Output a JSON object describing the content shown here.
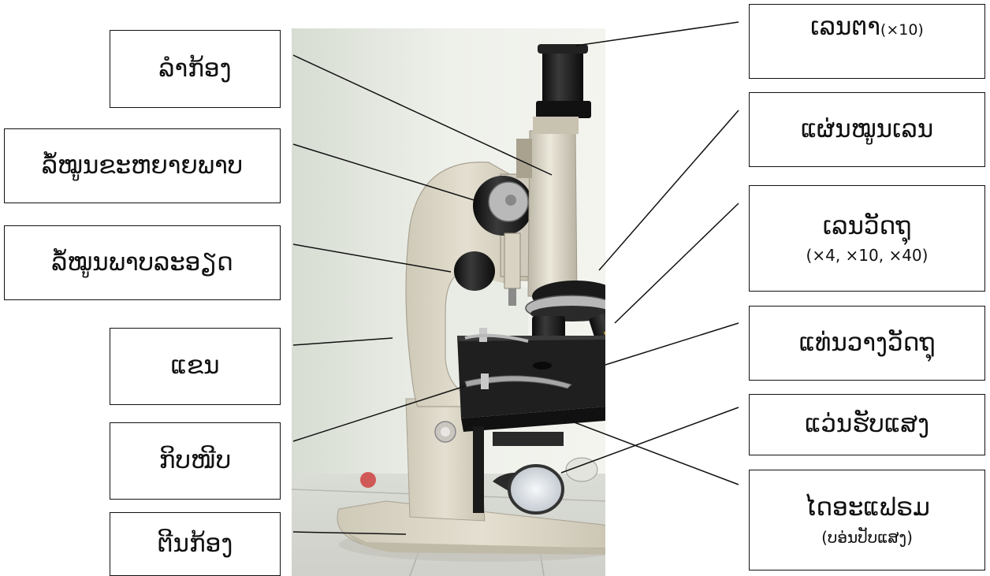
{
  "labels": {
    "tube": "ລຳກ້ອງ",
    "coarse_knob": "ລໍ້ໝູນຂະຫຍາຍພາບ",
    "fine_knob": "ລໍ້ໝູນພາບລະອຽດ",
    "arm": "ແຂນ",
    "clip": "ກິບໜີບ",
    "base": "ຕີນກ້ອງ",
    "eyepiece": "ເລນຕາ",
    "eyepiece_mag": "(×10)",
    "revolver": "ແຜ່ນໝູນເລນ",
    "objective": "ເລນວັດຖຸ",
    "objective_mag": "(×4,  ×10,  ×40)",
    "stage": "ແທ່ນວາງວັດຖຸ",
    "mirror": "ແວ່ນຮັບແສງ",
    "diaphragm": "ໄດອະແຟຣມ",
    "diaphragm_sub": "(ບອ່ນປັບແສງ)"
  },
  "colors": {
    "body": "#ddd8c8",
    "black": "#1c1c1c",
    "background": "#e8ece4"
  }
}
